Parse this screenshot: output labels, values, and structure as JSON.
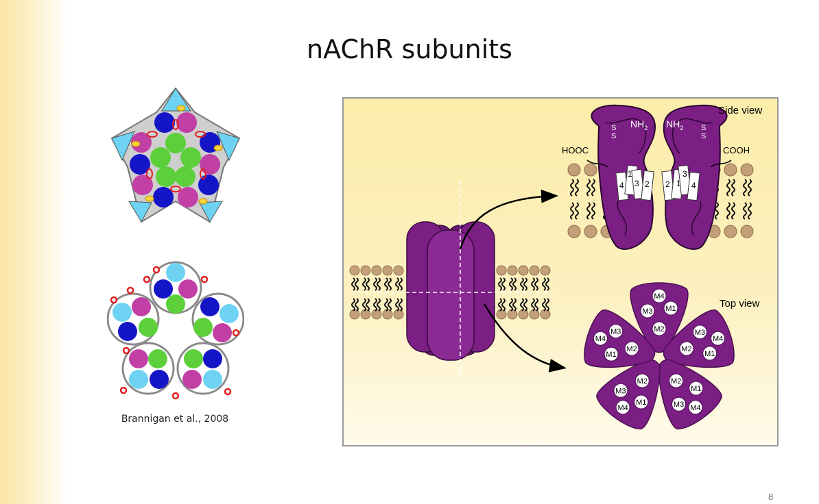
{
  "slide": {
    "title": "nAChR subunits",
    "citation": "Brannigan et al., 2008",
    "page_number": "8"
  },
  "diagram": {
    "side_view_label": "Side view",
    "top_view_label": "Top view",
    "hooc_label": "HOOC",
    "cooh_label": "COOH",
    "nh2_label": "NH",
    "nh2_subscript": "2",
    "ss_label": "S",
    "helix_left": [
      "4",
      "1",
      "3",
      "2"
    ],
    "helix_right": [
      "2",
      "1",
      "3",
      "4"
    ],
    "top_units": [
      [
        "M4",
        "M3",
        "M1",
        "M2"
      ],
      [
        "M4",
        "M3",
        "M1",
        "M2"
      ],
      [
        "M4",
        "M1",
        "M3",
        "M2"
      ],
      [
        "M4",
        "M1",
        "M3",
        "M2"
      ],
      [
        "M4",
        "M1",
        "M3",
        "M2"
      ]
    ],
    "colors": {
      "protein": "#7b1f84",
      "protein_dark": "#4a0f52",
      "lipid_head": "#c4a07a",
      "cyan": "#6ed3f2",
      "blue": "#1515c8",
      "magenta": "#c23fa6",
      "green": "#5ccf3a",
      "yellow": "#f8d23a",
      "red": "#e02020"
    }
  }
}
